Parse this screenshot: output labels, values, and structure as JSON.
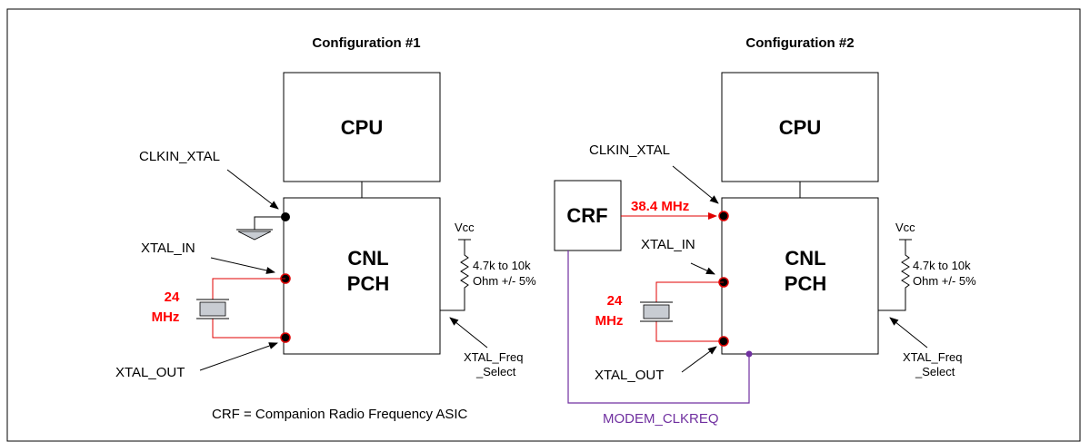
{
  "config1": {
    "title": "Configuration #1",
    "cpu_label": "CPU",
    "pch_label_line1": "CNL",
    "pch_label_line2": "PCH",
    "clkin_label": "CLKIN_XTAL",
    "xtal_in_label": "XTAL_IN",
    "xtal_out_label": "XTAL_OUT",
    "crystal_freq_line1": "24",
    "crystal_freq_line2": "MHz",
    "vcc_label": "Vcc",
    "resistor_line1": "4.7k to 10k",
    "resistor_line2": "Ohm +/- 5%",
    "freq_select_line1": "XTAL_Freq",
    "freq_select_line2": "_Select"
  },
  "config2": {
    "title": "Configuration #2",
    "cpu_label": "CPU",
    "pch_label_line1": "CNL",
    "pch_label_line2": "PCH",
    "crf_label": "CRF",
    "crf_clock_label": "38.4 MHz",
    "clkin_label": "CLKIN_XTAL",
    "xtal_in_label": "XTAL_IN",
    "xtal_out_label": "XTAL_OUT",
    "crystal_freq_line1": "24",
    "crystal_freq_line2": "MHz",
    "vcc_label": "Vcc",
    "resistor_line1": "4.7k to 10k",
    "resistor_line2": "Ohm +/- 5%",
    "freq_select_line1": "XTAL_Freq",
    "freq_select_line2": "_Select",
    "modem_clkreq_label": "MODEM_CLKREQ"
  },
  "footnote": "CRF = Companion Radio Frequency ASIC",
  "colors": {
    "crystal_wire": "#e00000",
    "crystal_label": "#ff0000",
    "clkreq": "#7030a0",
    "pin_dot": "#000000"
  }
}
